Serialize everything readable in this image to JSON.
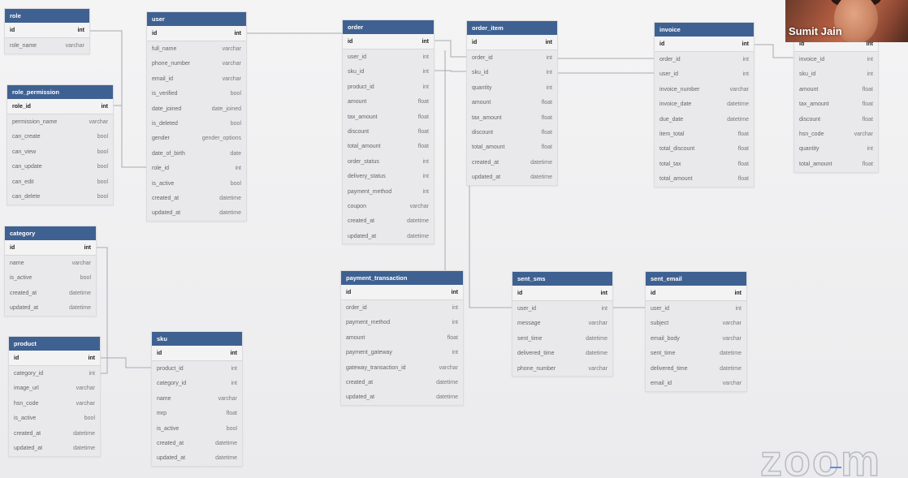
{
  "participant": {
    "name": "Sumit Jain"
  },
  "watermark": "zoom",
  "tables": {
    "role": {
      "title": "role",
      "columns": [
        {
          "name": "id",
          "type": "int"
        },
        {
          "name": "role_name",
          "type": "varchar"
        }
      ]
    },
    "role_permission": {
      "title": "role_permission",
      "columns": [
        {
          "name": "role_id",
          "type": "int"
        },
        {
          "name": "permission_name",
          "type": "varchar"
        },
        {
          "name": "can_create",
          "type": "bool"
        },
        {
          "name": "can_view",
          "type": "bool"
        },
        {
          "name": "can_update",
          "type": "bool"
        },
        {
          "name": "can_edit",
          "type": "bool"
        },
        {
          "name": "can_delete",
          "type": "bool"
        }
      ]
    },
    "category": {
      "title": "category",
      "columns": [
        {
          "name": "id",
          "type": "int"
        },
        {
          "name": "name",
          "type": "varchar"
        },
        {
          "name": "is_active",
          "type": "bool"
        },
        {
          "name": "created_at",
          "type": "datetime"
        },
        {
          "name": "updated_at",
          "type": "datetime"
        }
      ]
    },
    "product": {
      "title": "product",
      "columns": [
        {
          "name": "id",
          "type": "int"
        },
        {
          "name": "category_id",
          "type": "int"
        },
        {
          "name": "image_url",
          "type": "varchar"
        },
        {
          "name": "hsn_code",
          "type": "varchar"
        },
        {
          "name": "is_active",
          "type": "bool"
        },
        {
          "name": "created_at",
          "type": "datetime"
        },
        {
          "name": "updated_at",
          "type": "datetime"
        }
      ]
    },
    "user": {
      "title": "user",
      "columns": [
        {
          "name": "id",
          "type": "int"
        },
        {
          "name": "full_name",
          "type": "varchar"
        },
        {
          "name": "phone_number",
          "type": "varchar"
        },
        {
          "name": "email_id",
          "type": "varchar"
        },
        {
          "name": "is_verified",
          "type": "bool"
        },
        {
          "name": "date_joined",
          "type": "date_joined"
        },
        {
          "name": "is_deleted",
          "type": "bool"
        },
        {
          "name": "gender",
          "type": "gender_options"
        },
        {
          "name": "date_of_birth",
          "type": "date"
        },
        {
          "name": "role_id",
          "type": "int"
        },
        {
          "name": "is_active",
          "type": "bool"
        },
        {
          "name": "created_at",
          "type": "datetime"
        },
        {
          "name": "updated_at",
          "type": "datetime"
        }
      ]
    },
    "sku": {
      "title": "sku",
      "columns": [
        {
          "name": "id",
          "type": "int"
        },
        {
          "name": "product_id",
          "type": "int"
        },
        {
          "name": "category_id",
          "type": "int"
        },
        {
          "name": "name",
          "type": "varchar"
        },
        {
          "name": "mrp",
          "type": "float"
        },
        {
          "name": "is_active",
          "type": "bool"
        },
        {
          "name": "created_at",
          "type": "datetime"
        },
        {
          "name": "updated_at",
          "type": "datetime"
        }
      ]
    },
    "order": {
      "title": "order",
      "columns": [
        {
          "name": "id",
          "type": "int"
        },
        {
          "name": "user_id",
          "type": "int"
        },
        {
          "name": "sku_id",
          "type": "int"
        },
        {
          "name": "product_id",
          "type": "int"
        },
        {
          "name": "amount",
          "type": "float"
        },
        {
          "name": "tax_amount",
          "type": "float"
        },
        {
          "name": "discount",
          "type": "float"
        },
        {
          "name": "total_amount",
          "type": "float"
        },
        {
          "name": "order_status",
          "type": "int"
        },
        {
          "name": "delivery_status",
          "type": "int"
        },
        {
          "name": "payment_method",
          "type": "int"
        },
        {
          "name": "coupon",
          "type": "varchar"
        },
        {
          "name": "created_at",
          "type": "datetime"
        },
        {
          "name": "updated_at",
          "type": "datetime"
        }
      ]
    },
    "order_item": {
      "title": "order_item",
      "columns": [
        {
          "name": "id",
          "type": "int"
        },
        {
          "name": "order_id",
          "type": "int"
        },
        {
          "name": "sku_id",
          "type": "int"
        },
        {
          "name": "quantity",
          "type": "int"
        },
        {
          "name": "amount",
          "type": "float"
        },
        {
          "name": "tax_amount",
          "type": "float"
        },
        {
          "name": "discount",
          "type": "float"
        },
        {
          "name": "total_amount",
          "type": "float"
        },
        {
          "name": "created_at",
          "type": "datetime"
        },
        {
          "name": "updated_at",
          "type": "datetime"
        }
      ]
    },
    "payment_transaction": {
      "title": "payment_transaction",
      "columns": [
        {
          "name": "id",
          "type": "int"
        },
        {
          "name": "order_id",
          "type": "int"
        },
        {
          "name": "payment_method",
          "type": "int"
        },
        {
          "name": "amount",
          "type": "float"
        },
        {
          "name": "payment_gateway",
          "type": "int"
        },
        {
          "name": "gateway_transaction_id",
          "type": "varchar"
        },
        {
          "name": "created_at",
          "type": "datetime"
        },
        {
          "name": "updated_at",
          "type": "datetime"
        }
      ]
    },
    "invoice": {
      "title": "invoice",
      "columns": [
        {
          "name": "id",
          "type": "int"
        },
        {
          "name": "order_id",
          "type": "int"
        },
        {
          "name": "user_id",
          "type": "int"
        },
        {
          "name": "invoice_number",
          "type": "varchar"
        },
        {
          "name": "invoice_date",
          "type": "datetime"
        },
        {
          "name": "due_date",
          "type": "datetime"
        },
        {
          "name": "item_total",
          "type": "float"
        },
        {
          "name": "total_discount",
          "type": "float"
        },
        {
          "name": "total_tax",
          "type": "float"
        },
        {
          "name": "total_amount",
          "type": "float"
        }
      ]
    },
    "invoice_item": {
      "title": "",
      "columns": [
        {
          "name": "id",
          "type": "int"
        },
        {
          "name": "invoice_id",
          "type": "int"
        },
        {
          "name": "sku_id",
          "type": "int"
        },
        {
          "name": "amount",
          "type": "float"
        },
        {
          "name": "tax_amount",
          "type": "float"
        },
        {
          "name": "discount",
          "type": "float"
        },
        {
          "name": "hsn_code",
          "type": "varchar"
        },
        {
          "name": "quantity",
          "type": "int"
        },
        {
          "name": "total_amount",
          "type": "float"
        }
      ]
    },
    "sent_sms": {
      "title": "sent_sms",
      "columns": [
        {
          "name": "id",
          "type": "int"
        },
        {
          "name": "user_id",
          "type": "int"
        },
        {
          "name": "message",
          "type": "varchar"
        },
        {
          "name": "sent_time",
          "type": "datetime"
        },
        {
          "name": "delivered_time",
          "type": "datetime"
        },
        {
          "name": "phone_number",
          "type": "varchar"
        }
      ]
    },
    "sent_email": {
      "title": "sent_email",
      "columns": [
        {
          "name": "id",
          "type": "int"
        },
        {
          "name": "user_id",
          "type": "int"
        },
        {
          "name": "subject",
          "type": "varchar"
        },
        {
          "name": "email_body",
          "type": "varchar"
        },
        {
          "name": "sent_time",
          "type": "datetime"
        },
        {
          "name": "delivered_time",
          "type": "datetime"
        },
        {
          "name": "email_id",
          "type": "varchar"
        }
      ]
    }
  }
}
